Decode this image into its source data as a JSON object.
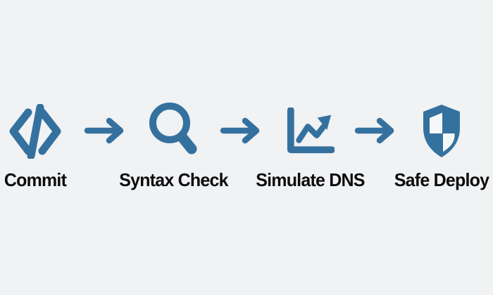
{
  "colors": {
    "background": "#f0f2f4",
    "accent": "#35719f",
    "text": "#0c0c0d"
  },
  "flow": {
    "connector_icon": "right-arrow-icon",
    "steps": [
      {
        "label": "Commit",
        "icon": "code-icon"
      },
      {
        "label": "Syntax Check",
        "icon": "magnifier-icon"
      },
      {
        "label": "Simulate DNS",
        "icon": "trend-chart-icon"
      },
      {
        "label": "Safe Deploy",
        "icon": "shield-icon"
      }
    ]
  }
}
